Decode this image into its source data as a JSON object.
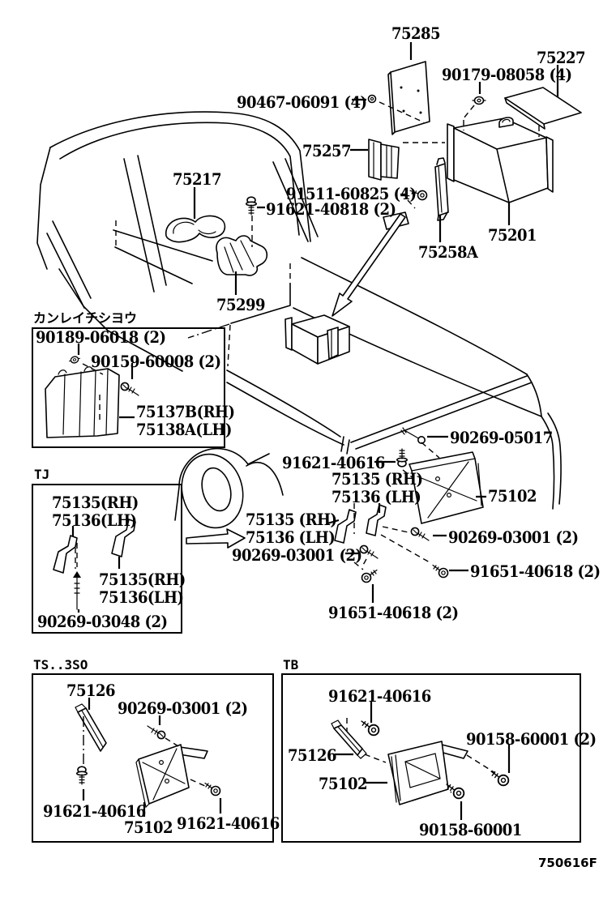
{
  "page": {
    "background": "#ffffff",
    "ink": "#000000"
  },
  "main": {
    "labels": [
      "75285",
      "90179-08058 (4)",
      "75227",
      "90467-06091 (4)",
      "75257",
      "91511-60825 (4)",
      "91621-40818 (2)",
      "75217",
      "75299",
      "75258A",
      "75201",
      "90269-05017",
      "91621-40616",
      "75135 (RH)",
      "75136 (LH)",
      "75102",
      "75135 (RH)",
      "75136 (LH)",
      "90269-03001 (2)",
      "90269-03001 (2)",
      "91651-40618 (2)",
      "91651-40618 (2)"
    ]
  },
  "cold_region_box": {
    "title": "カンレイチシヨウ",
    "labels": [
      "90189-06018 (2)",
      "90159-60008 (2)",
      "75137B(RH)",
      "75138A(LH)"
    ]
  },
  "tj_box": {
    "title": "TJ",
    "labels": [
      "75135(RH)",
      "75136(LH)",
      "75135(RH)",
      "75136(LH)",
      "90269-03048 (2)"
    ]
  },
  "ts3so_box": {
    "title": "TS..3SO",
    "labels": [
      "75126",
      "90269-03001 (2)",
      "91621-40616",
      "75102",
      "91621-40616"
    ]
  },
  "tb_box": {
    "title": "TB",
    "labels": [
      "91621-40616",
      "90158-60001 (2)",
      "75126",
      "75102",
      "90158-60001"
    ]
  },
  "footer": {
    "code": "750616F"
  }
}
